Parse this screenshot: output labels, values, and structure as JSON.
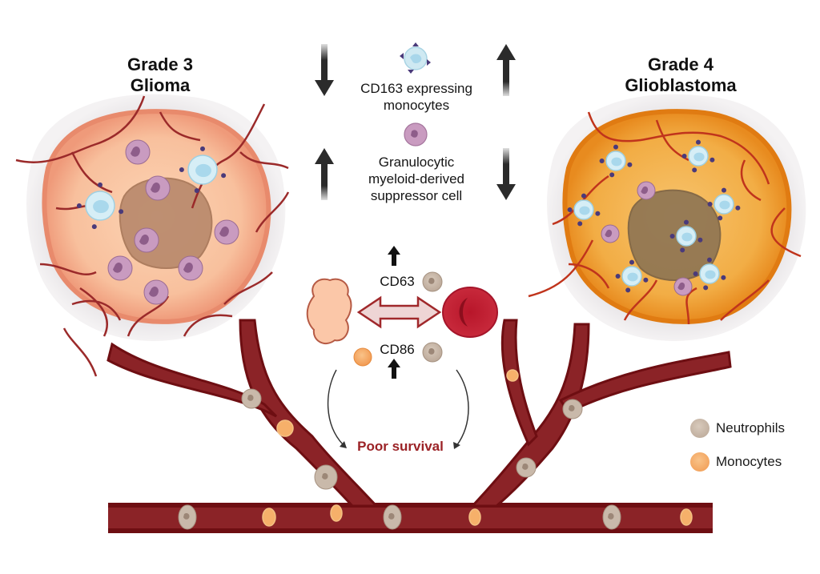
{
  "titles": {
    "left_line1": "Grade 3",
    "left_line2": "Glioma",
    "right_line1": "Grade 4",
    "right_line2": "Glioblastoma"
  },
  "center": {
    "cd163_line1": "CD163 expressing",
    "cd163_line2": "monocytes",
    "gmdsc_line1": "Granulocytic",
    "gmdsc_line2": "myeloid-derived",
    "gmdsc_line3": "suppressor cell",
    "cd163_grade3_trend": "down",
    "cd163_grade4_trend": "up",
    "gmdsc_grade3_trend": "up",
    "gmdsc_grade4_trend": "down",
    "cd63_label": "CD63",
    "cd63_trend": "up",
    "cd86_label": "CD86",
    "cd86_trend": "up",
    "outcome_label": "Poor survival"
  },
  "legend": {
    "items": [
      {
        "label": "Neutrophils",
        "icon": "neutrophil-icon",
        "color": "#c4b3a3"
      },
      {
        "label": "Monocytes",
        "icon": "monocyte-icon",
        "color": "#f4a460"
      }
    ]
  },
  "colors": {
    "grade3_tumor": "#f7b795",
    "grade4_tumor": "#f0a83a",
    "vessel": "#8b1f22",
    "cd163_cell": "#cfe9f2",
    "gmdsc_cell": "#c99bc0",
    "outcome": "#9b2226"
  }
}
